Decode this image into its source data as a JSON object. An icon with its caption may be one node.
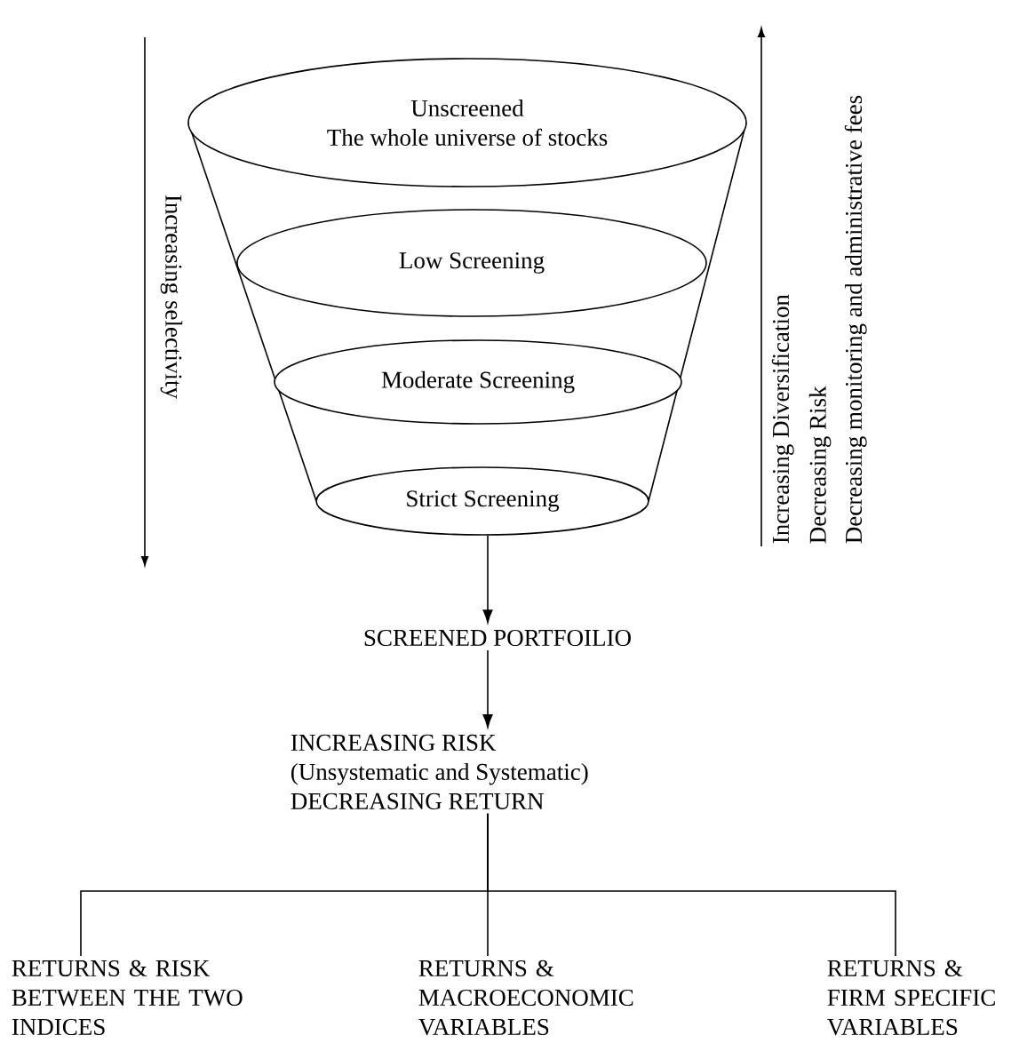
{
  "diagram": {
    "nodes": [
      {
        "text": [
          "Unscreened",
          "The whole universe of stocks"
        ]
      },
      {
        "text": [
          "Low Screening"
        ]
      },
      {
        "text": [
          "Moderate Screening"
        ]
      },
      {
        "text": [
          "Strict Screening"
        ]
      },
      {
        "text": [
          "SCREENED PORTFOILIO"
        ]
      },
      {
        "text": [
          "INCREASING RISK",
          "(Unsystematic and Systematic)",
          "DECREASING RETURN"
        ]
      },
      {
        "text": [
          "RETURNS & RISK BETWEEN THE TWO INDICES"
        ]
      },
      {
        "text": [
          "RETURNS & MACROECONOMIC VARIABLES"
        ]
      },
      {
        "text": [
          "RETURNS & FIRM SPECIFIC VARIABLES"
        ]
      }
    ],
    "edges": [
      {
        "from": 3,
        "to": 4,
        "arrow": "to"
      },
      {
        "from": 4,
        "to": 5,
        "arrow": "to"
      },
      {
        "from": 5,
        "to": 6,
        "arrow": "none"
      },
      {
        "from": 5,
        "to": 7,
        "arrow": "none"
      },
      {
        "from": 5,
        "to": 8,
        "arrow": "none"
      }
    ],
    "labels": [
      "Increasing selectivity",
      "Increasing Diversification",
      "Decreasing Risk",
      "Decreasing monitoring and administrative fees"
    ]
  }
}
